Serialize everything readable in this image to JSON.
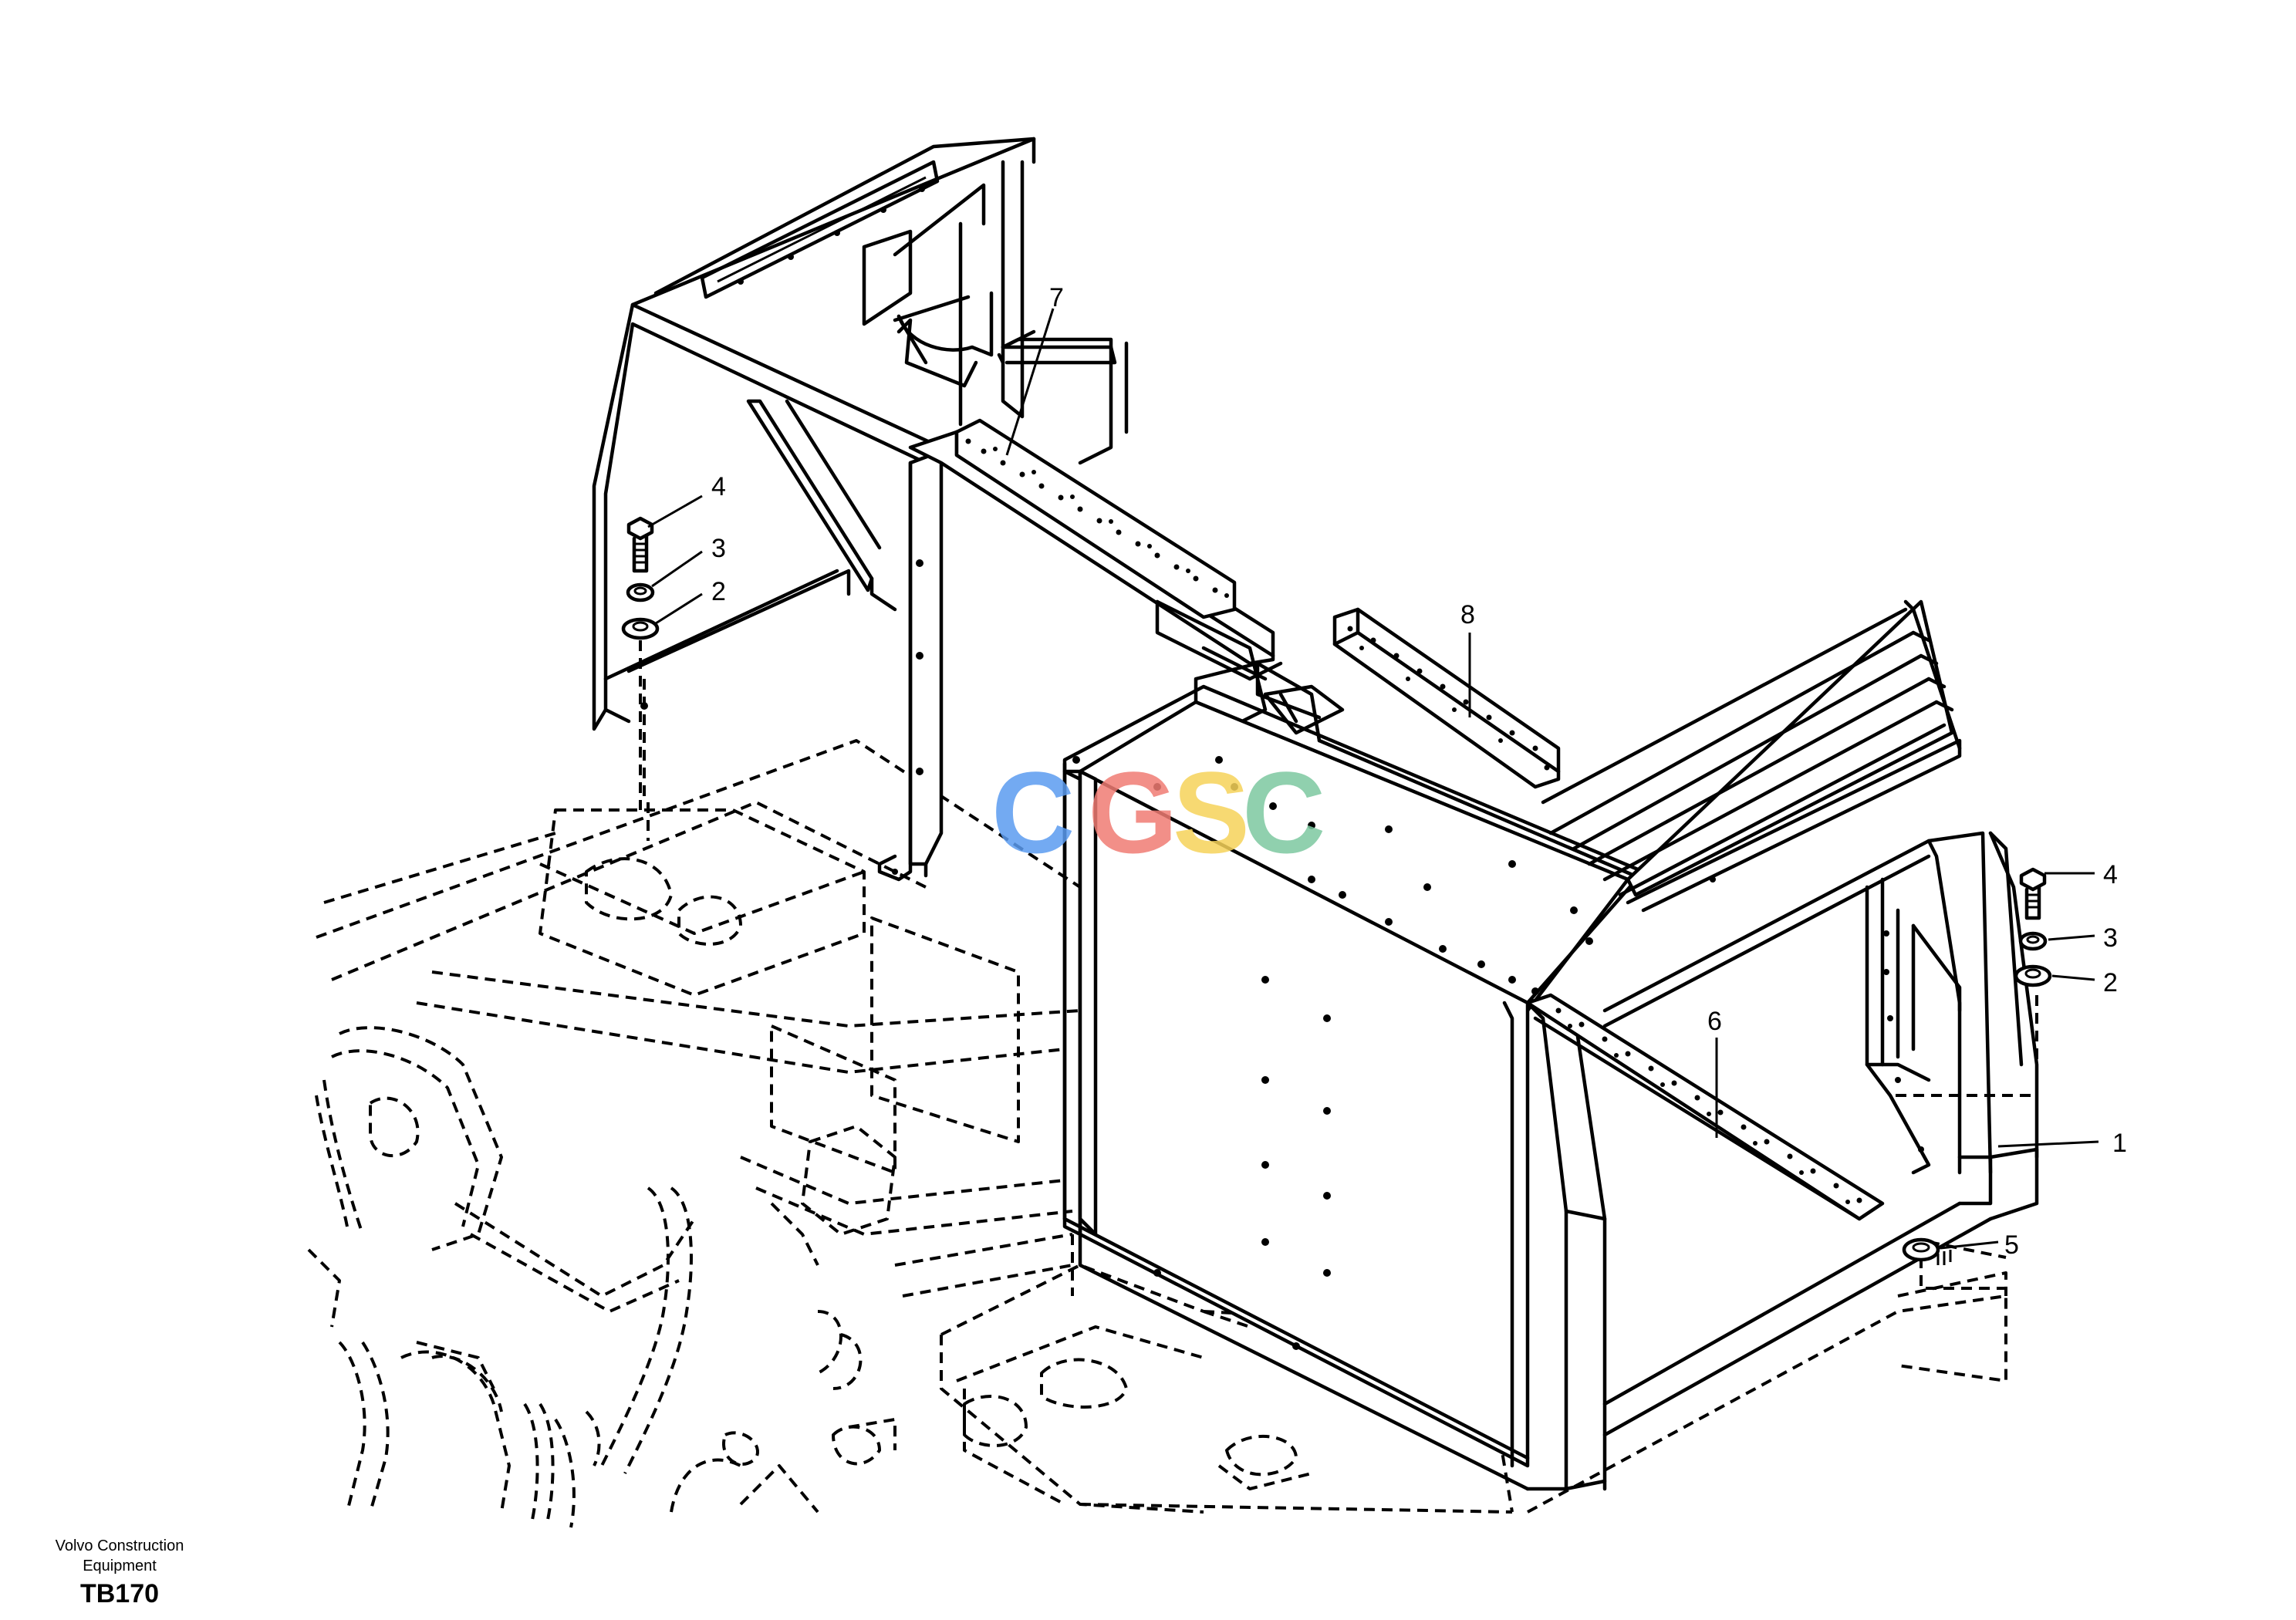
{
  "footer": {
    "company_line_1": "Volvo Construction",
    "company_line_2": "Equipment",
    "drawing_code": "TB170"
  },
  "watermark": {
    "letters": [
      "C",
      "G",
      "S",
      "C"
    ],
    "colors": [
      "#5b9cf0",
      "#f07c74",
      "#f6d35a",
      "#7dc8a0"
    ]
  },
  "callouts": [
    {
      "id": "callout-7",
      "label": "7"
    },
    {
      "id": "callout-4-left",
      "label": "4"
    },
    {
      "id": "callout-3-left",
      "label": "3"
    },
    {
      "id": "callout-2-left",
      "label": "2"
    },
    {
      "id": "callout-8",
      "label": "8"
    },
    {
      "id": "callout-4-right",
      "label": "4"
    },
    {
      "id": "callout-3-right",
      "label": "3"
    },
    {
      "id": "callout-2-right",
      "label": "2"
    },
    {
      "id": "callout-6",
      "label": "6"
    },
    {
      "id": "callout-1",
      "label": "1"
    },
    {
      "id": "callout-5",
      "label": "5"
    }
  ]
}
